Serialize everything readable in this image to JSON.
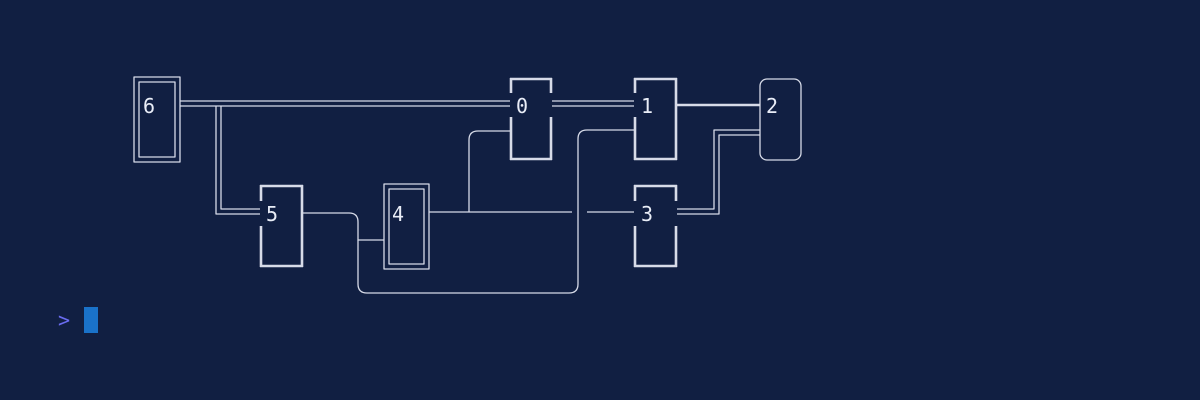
{
  "nodes": [
    {
      "id": "node-6",
      "label": "6",
      "style": "double"
    },
    {
      "id": "node-0",
      "label": "0",
      "style": "bold-split"
    },
    {
      "id": "node-1",
      "label": "1",
      "style": "bold-split"
    },
    {
      "id": "node-2",
      "label": "2",
      "style": "rounded"
    },
    {
      "id": "node-5",
      "label": "5",
      "style": "bold-split"
    },
    {
      "id": "node-4",
      "label": "4",
      "style": "double"
    },
    {
      "id": "node-3",
      "label": "3",
      "style": "bold-split"
    }
  ],
  "edges": [
    {
      "from": "6",
      "to": "0",
      "style": "double"
    },
    {
      "from": "6",
      "to": "5",
      "style": "double"
    },
    {
      "from": "0",
      "to": "1",
      "style": "double"
    },
    {
      "from": "1",
      "to": "2",
      "style": "heavy"
    },
    {
      "from": "4",
      "to": "0",
      "style": "thin"
    },
    {
      "from": "4",
      "to": "3",
      "style": "thin"
    },
    {
      "from": "5",
      "to": "4",
      "style": "thin"
    },
    {
      "from": "5",
      "to": "1",
      "style": "thin"
    },
    {
      "from": "3",
      "to": "2",
      "style": "double"
    }
  ],
  "prompt": {
    "symbol": ">"
  },
  "colors": {
    "background": "#111f42",
    "line": "#d7dbe8",
    "text": "#e9edf7",
    "prompt": "#6a6cf0",
    "cursor": "#1a72c9"
  }
}
